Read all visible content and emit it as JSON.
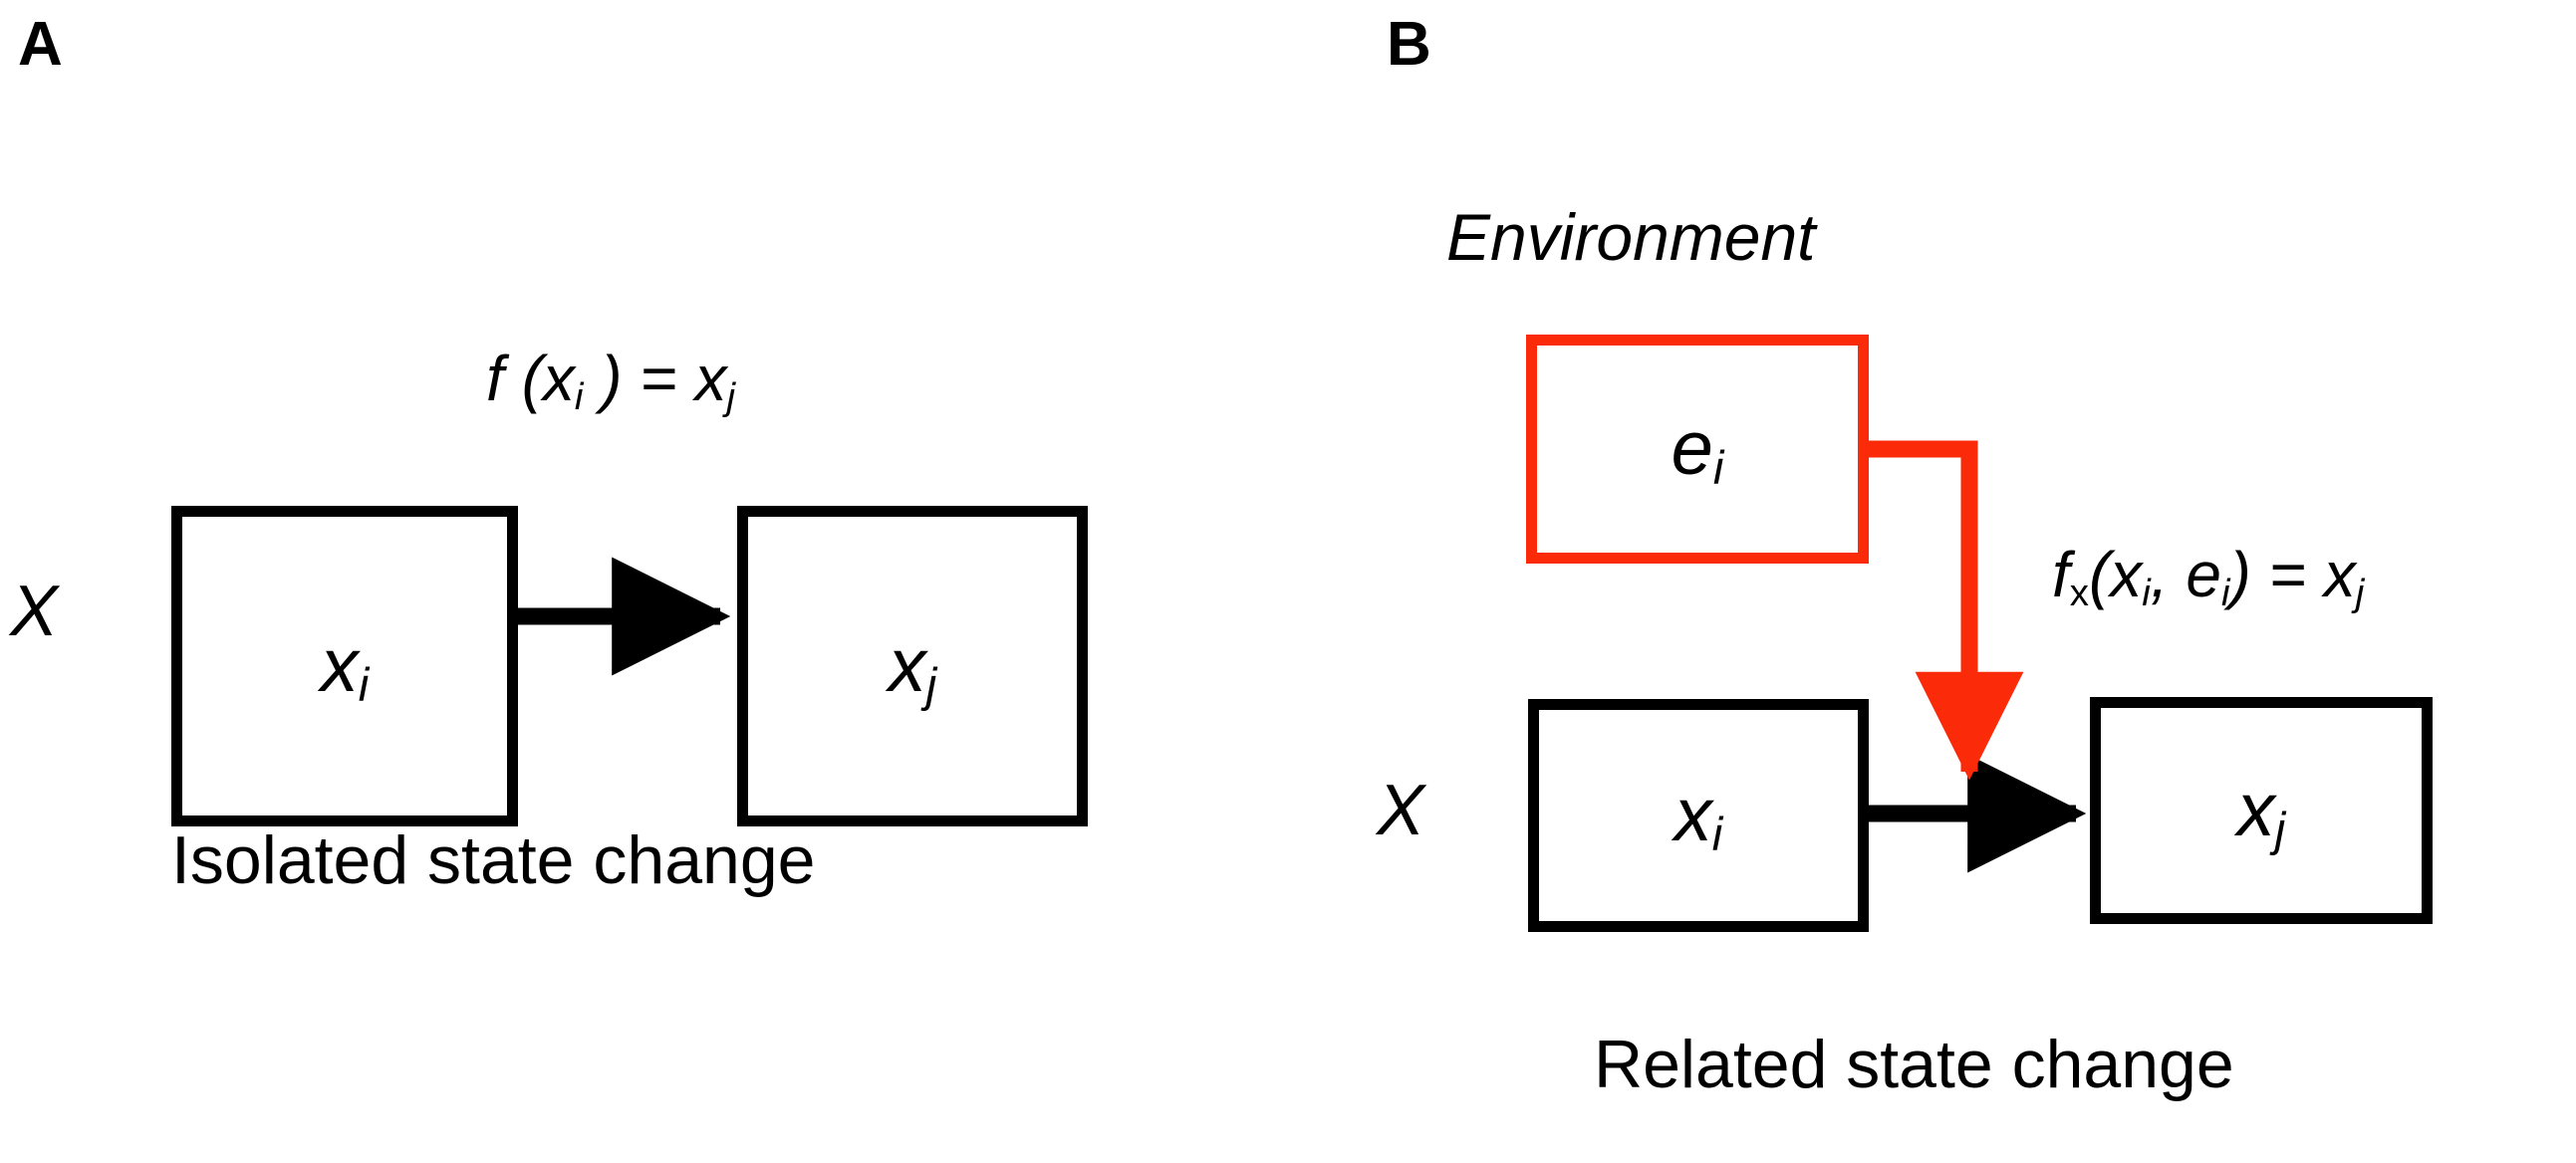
{
  "figure": {
    "background_color": "#ffffff",
    "accent_color": "#fb2b0a",
    "line_color": "#000000"
  },
  "panels": [
    {
      "letter": "A",
      "caption": "Isolated state change",
      "formula": {
        "fn": "f",
        "open": " (",
        "arg1_base": "x",
        "arg1_sub": "i",
        "close": " )",
        "equals": " = ",
        "result_base": "x",
        "result_sub": "j"
      },
      "set_label": "X",
      "boxes": [
        {
          "base": "x",
          "sub": "i",
          "color": "#000000"
        },
        {
          "base": "x",
          "sub": "j",
          "color": "#000000"
        }
      ]
    },
    {
      "letter": "B",
      "caption": "Related state change",
      "environment_label": "Environment",
      "formula": {
        "fn": "f",
        "fn_sub": "x",
        "open": "(",
        "arg1_base": "x",
        "arg1_sub": "i",
        "comma": ", ",
        "arg2_base": "e",
        "arg2_sub": "i",
        "close": ")",
        "equals": " = ",
        "result_base": "x",
        "result_sub": "j"
      },
      "set_label": "X",
      "environment_box": {
        "base": "e",
        "sub": "i",
        "color": "#fb2b0a"
      },
      "boxes": [
        {
          "base": "x",
          "sub": "i",
          "color": "#000000"
        },
        {
          "base": "x",
          "sub": "j",
          "color": "#000000"
        }
      ]
    }
  ]
}
